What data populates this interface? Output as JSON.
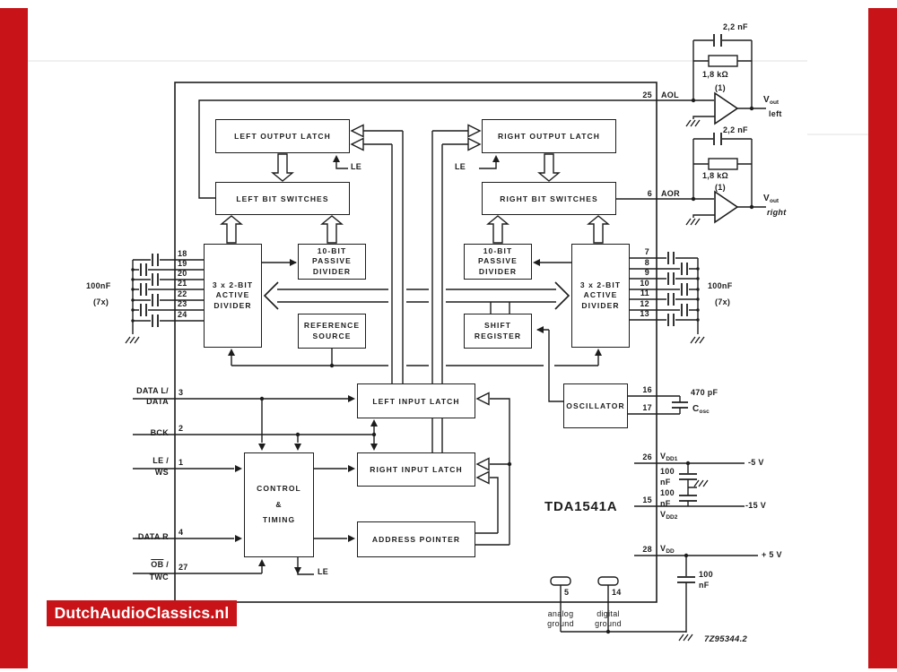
{
  "frame": {
    "bar_color": "#c81418",
    "background": "#ffffff"
  },
  "logo": {
    "text": "DutchAudioClassics.nl"
  },
  "chip": {
    "part_number": "TDA1541A",
    "drawing_code": "7Z95344.2"
  },
  "blocks": {
    "left_output_latch": "LEFT OUTPUT LATCH",
    "right_output_latch": "RIGHT OUTPUT LATCH",
    "left_bit_switches": "LEFT BIT SWITCHES",
    "right_bit_switches": "RIGHT BIT SWITCHES",
    "left_passive_divider": [
      "10-BIT",
      "PASSIVE",
      "DIVIDER"
    ],
    "right_passive_divider": [
      "10-BIT",
      "PASSIVE",
      "DIVIDER"
    ],
    "left_active_divider": [
      "3 x 2-BIT",
      "ACTIVE",
      "DIVIDER"
    ],
    "right_active_divider": [
      "3 x 2-BIT",
      "ACTIVE",
      "DIVIDER"
    ],
    "reference_source": [
      "REFERENCE",
      "SOURCE"
    ],
    "shift_register": [
      "SHIFT",
      "REGISTER"
    ],
    "left_input_latch": "LEFT INPUT LATCH",
    "right_input_latch": "RIGHT INPUT LATCH",
    "address_pointer": "ADDRESS POINTER",
    "control_timing": [
      "CONTROL",
      "&",
      "TIMING"
    ],
    "oscillator": "OSCILLATOR"
  },
  "signals": {
    "le": "LE"
  },
  "input_pins": [
    {
      "num": "3",
      "l1": "DATA L/",
      "l2": "DATA"
    },
    {
      "num": "2",
      "l1": "BCK"
    },
    {
      "num": "1",
      "l1": "LE /",
      "l2": "WS"
    },
    {
      "num": "4",
      "l1": "DATA R"
    },
    {
      "num": "27",
      "ov": "OB",
      "l1": " /",
      "l2": "TWC"
    }
  ],
  "cap_pins_left": [
    "18",
    "19",
    "20",
    "21",
    "22",
    "23",
    "24"
  ],
  "cap_pins_right": [
    "7",
    "8",
    "9",
    "10",
    "11",
    "12",
    "13"
  ],
  "passive_caps": {
    "value": "100nF",
    "count": "(7x)"
  },
  "output_pins": {
    "aol_num": "25",
    "aol": "AOL",
    "aor_num": "6",
    "aor": "AOR"
  },
  "analog_out": {
    "cap": "2,2 nF",
    "res": "1,8 kΩ",
    "opamp": "(1)",
    "v": "V",
    "v_sub": "out",
    "left": "left",
    "right": "right"
  },
  "osc_pins": {
    "p16": "16",
    "p17": "17",
    "cap": "470 pF",
    "c": "C",
    "c_sub": "osc"
  },
  "power": {
    "v": "V",
    "p26": "26",
    "vdd1_sub": "DD1",
    "rail1": "-5 V",
    "p15": "15",
    "vdd2_sub": "DD2",
    "rail2": "-15 V",
    "p28": "28",
    "vdd_sub": "DD",
    "rail3": "+ 5 V",
    "cap": "100",
    "cap_unit": "nF"
  },
  "ground_pins": {
    "p5": "5",
    "p5_l1": "analog",
    "p5_l2": "ground",
    "p14": "14",
    "p14_l1": "digital",
    "p14_l2": "ground"
  }
}
